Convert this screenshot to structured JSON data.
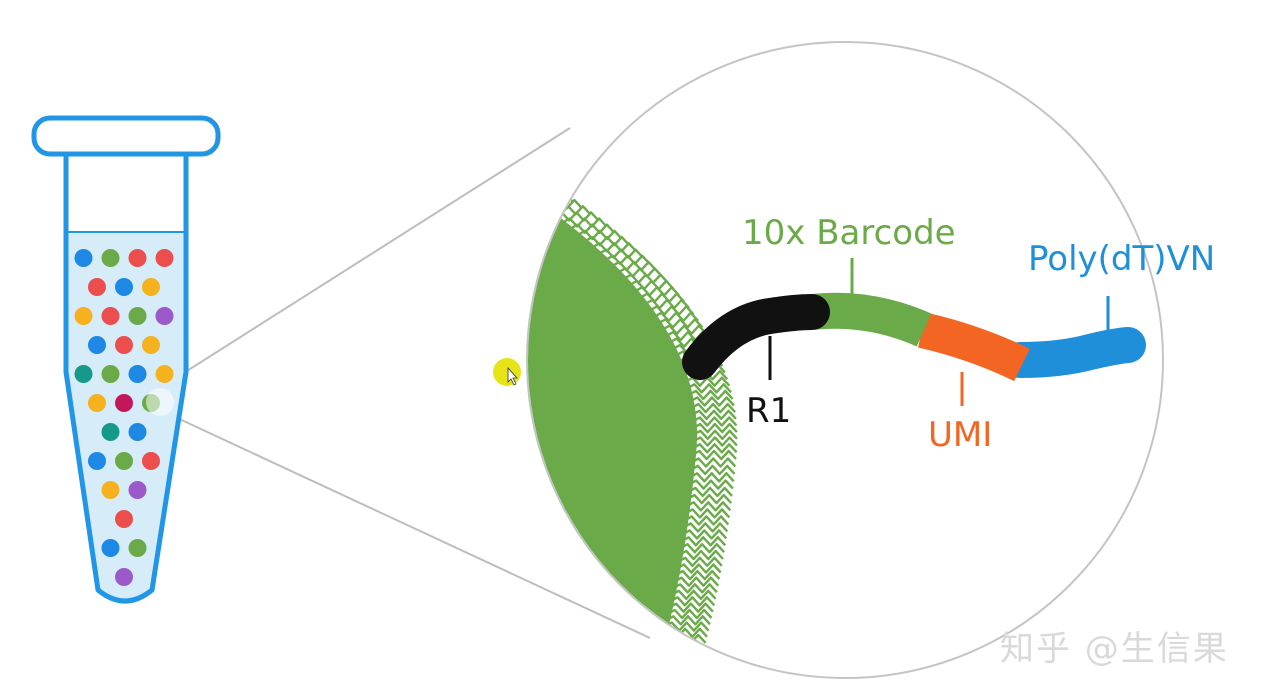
{
  "labels": {
    "barcode": "10x Barcode",
    "polydt": "Poly(dT)VN",
    "r1": "R1",
    "umi": "UMI"
  },
  "watermark": "知乎 @生信果",
  "colors": {
    "tube_outline": "#2196e6",
    "tube_fill": "#d6ecf9",
    "bead": "#6aaa48",
    "r1": "#111111",
    "barcode": "#6aaa48",
    "umi": "#f26522",
    "polydt": "#1e8fd8",
    "magnifier": "#bdbdbd",
    "cursor": "#e3e000"
  },
  "tube_bead_colors": [
    [
      "blue",
      "green",
      "red",
      "red"
    ],
    [
      "red",
      "blue",
      "orange"
    ],
    [
      "orange",
      "red",
      "green",
      "purple"
    ],
    [
      "blue",
      "red",
      "orange"
    ],
    [
      "teal",
      "green",
      "blue",
      "orange"
    ],
    [
      "orange",
      "magenta",
      "green"
    ],
    [
      "teal",
      "blue"
    ],
    [
      "blue",
      "green",
      "red"
    ],
    [
      "orange",
      "purple"
    ],
    [
      "red"
    ],
    [
      "blue",
      "green"
    ],
    [
      "purple"
    ]
  ],
  "bead_palette": {
    "blue": "#1e88e5",
    "green": "#6aaa48",
    "red": "#ec4d4d",
    "orange": "#f5b21e",
    "purple": "#9b59c9",
    "teal": "#16998a",
    "magenta": "#c2185b"
  }
}
